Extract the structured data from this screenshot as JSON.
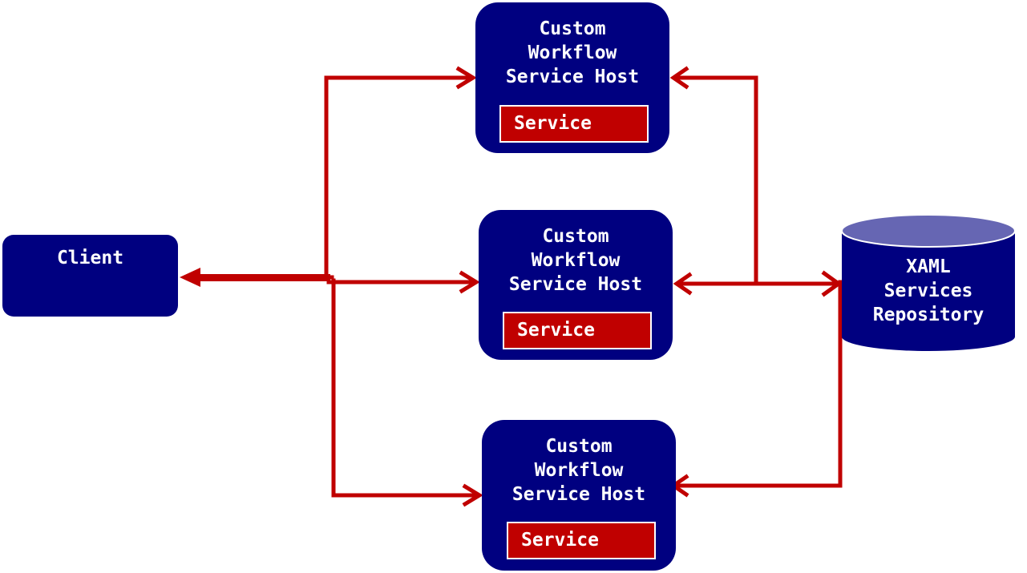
{
  "client": {
    "label": "Client"
  },
  "hosts": [
    {
      "title": [
        "Custom",
        "Workflow",
        "Service Host"
      ],
      "service": "Service"
    },
    {
      "title": [
        "Custom",
        "Workflow",
        "Service Host"
      ],
      "service": "Service"
    },
    {
      "title": [
        "Custom",
        "Workflow",
        "Service Host"
      ],
      "service": "Service"
    }
  ],
  "repository": {
    "label": [
      "XAML",
      "Services",
      "Repository"
    ]
  },
  "colors": {
    "box": "#000080",
    "service": "#c00000",
    "arrow": "#c00000",
    "cylinder_top": "#6666b3"
  }
}
